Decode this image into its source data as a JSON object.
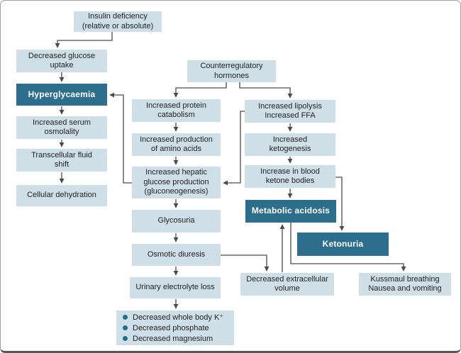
{
  "colors": {
    "node_fill": "#cfdfe8",
    "accent_fill": "#2d6e8c",
    "accent_text": "#ffffff",
    "text": "#1f1f1f",
    "line": "#4a4a4a",
    "bullet": "#1f6e8c",
    "frame_border": "#9aa0a4"
  },
  "nodes": {
    "insulin_deficiency": "Insulin deficiency\n(relative or absolute)",
    "decreased_glucose_uptake": "Decreased glucose\nuptake",
    "hyperglycaemia": "Hyperglycaemia",
    "increased_serum_osmolality": "Increased serum\nosmolality",
    "transcellular_fluid_shift": "Transcellular fluid\nshift",
    "cellular_dehydration": "Cellular dehydration",
    "counterregulatory_hormones": "Counterregulatory\nhormones",
    "increased_protein_catabolism": "Increased protein\ncatabolism",
    "increased_production_amino_acids": "Increased production\nof amino acids",
    "increased_hepatic_glucose_production": "Increased hepatic\nglucose production\n(gluconeogenesis)",
    "glycosuria": "Glycosuria",
    "osmotic_diuresis": "Osmotic diuresis",
    "urinary_electrolyte_loss": "Urinary electrolyte loss",
    "increased_lipolysis": "Increased lipolysis\nIncreased FFA",
    "increased_ketogenesis": "Increased\nketogenesis",
    "increase_blood_ketone_bodies": "Increase in blood\nketone bodies",
    "metabolic_acidosis": "Metabolic acidosis",
    "ketonuria": "Ketonuria",
    "decreased_extracellular_volume": "Decreased extracellular\nvolume",
    "kussmaul_breathing": "Kussmaul breathing\nNausea and vomiting"
  },
  "electrolyte_losses": [
    "Decreased whole body K⁺",
    "Decreased phosphate",
    "Decreased magnesium"
  ],
  "edges": [
    {
      "from": "insulin_deficiency",
      "to": "decreased_glucose_uptake"
    },
    {
      "from": "decreased_glucose_uptake",
      "to": "hyperglycaemia"
    },
    {
      "from": "hyperglycaemia",
      "to": "increased_serum_osmolality"
    },
    {
      "from": "increased_serum_osmolality",
      "to": "transcellular_fluid_shift"
    },
    {
      "from": "transcellular_fluid_shift",
      "to": "cellular_dehydration"
    },
    {
      "from": "counterregulatory_hormones",
      "to": "increased_protein_catabolism"
    },
    {
      "from": "counterregulatory_hormones",
      "to": "increased_lipolysis"
    },
    {
      "from": "increased_protein_catabolism",
      "to": "increased_production_amino_acids"
    },
    {
      "from": "increased_production_amino_acids",
      "to": "increased_hepatic_glucose_production"
    },
    {
      "from": "increased_lipolysis",
      "to": "increased_hepatic_glucose_production"
    },
    {
      "from": "increased_hepatic_glucose_production",
      "to": "hyperglycaemia"
    },
    {
      "from": "increased_hepatic_glucose_production",
      "to": "glycosuria"
    },
    {
      "from": "glycosuria",
      "to": "osmotic_diuresis"
    },
    {
      "from": "osmotic_diuresis",
      "to": "urinary_electrolyte_loss"
    },
    {
      "from": "osmotic_diuresis",
      "to": "decreased_extracellular_volume"
    },
    {
      "from": "urinary_electrolyte_loss",
      "to": "electrolyte_losses"
    },
    {
      "from": "increased_lipolysis",
      "to": "increased_ketogenesis"
    },
    {
      "from": "increased_ketogenesis",
      "to": "increase_blood_ketone_bodies"
    },
    {
      "from": "increase_blood_ketone_bodies",
      "to": "metabolic_acidosis"
    },
    {
      "from": "increase_blood_ketone_bodies",
      "to": "ketonuria"
    },
    {
      "from": "decreased_extracellular_volume",
      "to": "metabolic_acidosis"
    },
    {
      "from": "metabolic_acidosis",
      "to": "kussmaul_breathing"
    }
  ]
}
